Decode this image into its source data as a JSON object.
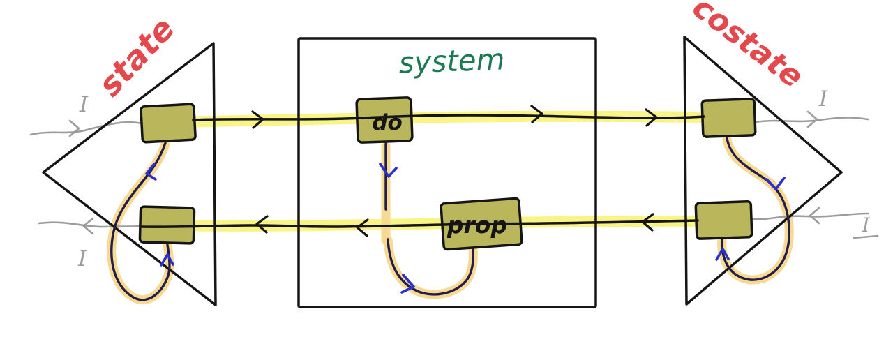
{
  "diagram": {
    "state_label": "state",
    "system_label": "system",
    "costate_label": "costate",
    "do_label": "do",
    "prop_label": "prop",
    "port_top_left": "I",
    "port_bottom_left": "I",
    "port_top_right": "I",
    "port_bottom_right": "I",
    "colors": {
      "box_fill": "#b9b65c",
      "outline_ink": "#151515",
      "wire_highlight_yellow": "#f9f37c",
      "loop_highlight_tan": "#f5d78c",
      "loop_stroke_navy": "#241d49",
      "arrow_blue": "#2a2fd0",
      "wire_gray": "#9c9c9c",
      "state_costate_red": "#e5484c",
      "system_green": "#1c7a52"
    }
  }
}
